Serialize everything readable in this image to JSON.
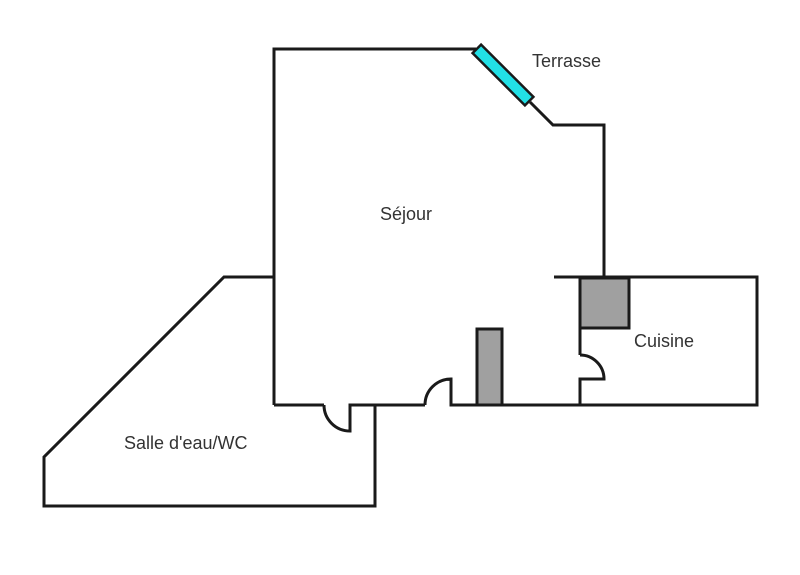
{
  "floor_plan": {
    "rooms": [
      {
        "id": "sejour",
        "label": "Séjour"
      },
      {
        "id": "terrasse",
        "label": "Terrasse"
      },
      {
        "id": "cuisine",
        "label": "Cuisine"
      },
      {
        "id": "salle_eau",
        "label": "Salle d'eau/WC"
      }
    ],
    "colors": {
      "wall": "#1a1a1a",
      "window": "#22e0e6",
      "fixture": "#a0a0a0",
      "background": "#ffffff",
      "text": "#333333"
    }
  }
}
